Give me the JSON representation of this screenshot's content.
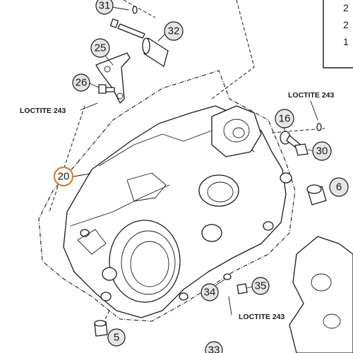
{
  "diagram": {
    "callouts": [
      {
        "id": "31",
        "highlight": false
      },
      {
        "id": "32",
        "highlight": false
      },
      {
        "id": "25",
        "highlight": false
      },
      {
        "id": "26",
        "highlight": false
      },
      {
        "id": "16",
        "highlight": false
      },
      {
        "id": "30",
        "highlight": false
      },
      {
        "id": "20",
        "highlight": true
      },
      {
        "id": "6",
        "highlight": false
      },
      {
        "id": "34",
        "highlight": false
      },
      {
        "id": "35",
        "highlight": false
      },
      {
        "id": "5",
        "highlight": false
      },
      {
        "id": "33",
        "highlight": false
      }
    ],
    "loctite_labels": [
      "LOCTITE 243",
      "LOCTITE 243",
      "LOCTITE 243"
    ],
    "table_fragment": [
      "2",
      "2",
      "1"
    ],
    "highlight_color": "#e07b2a"
  }
}
